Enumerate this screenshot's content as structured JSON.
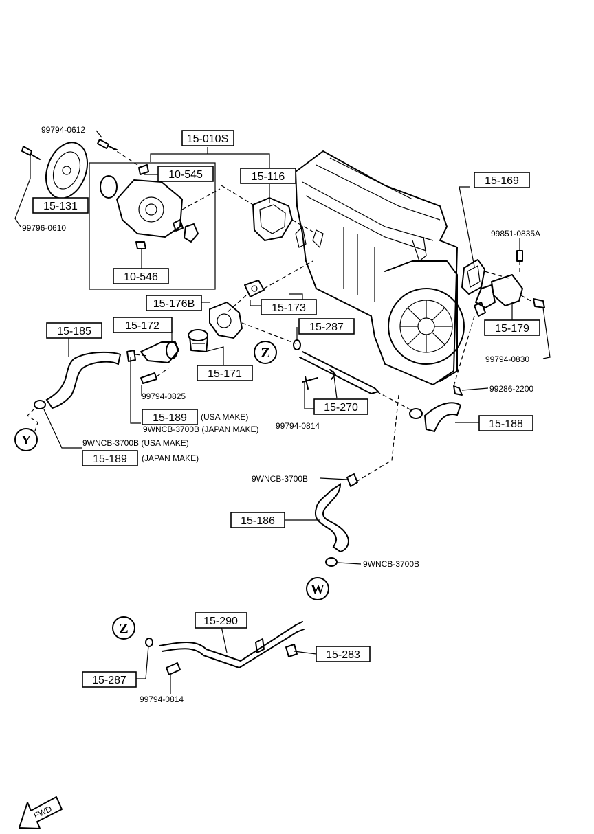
{
  "parts": {
    "p15_010s": "15-010S",
    "p10_545": "10-545",
    "p15_116": "15-116",
    "p15_131": "15-131",
    "p10_546": "10-546",
    "p15_169": "15-169",
    "p15_173": "15-173",
    "p15_176b": "15-176B",
    "p15_287a": "15-287",
    "p15_179": "15-179",
    "p15_185": "15-185",
    "p15_172": "15-172",
    "p15_171": "15-171",
    "p15_270": "15-270",
    "p15_188": "15-188",
    "p15_189a": "15-189",
    "p15_189b": "15-189",
    "p15_186": "15-186",
    "p15_290": "15-290",
    "p15_283": "15-283",
    "p15_287b": "15-287"
  },
  "callouts": {
    "c99794_0612": "99794-0612",
    "c99796_0610": "99796-0610",
    "c99851_0835a": "99851-0835A",
    "c99794_0830": "99794-0830",
    "c99286_2200": "99286-2200",
    "c99794_0825": "99794-0825",
    "c99794_0814a": "99794-0814",
    "c99794_0814b": "99794-0814",
    "usa_make": "(USA MAKE)",
    "japan_make_1": "9WNCB-3700B (JAPAN MAKE)",
    "usa_make_2": "9WNCB-3700B (USA MAKE)",
    "japan_make_2": "(JAPAN MAKE)",
    "c9wncb_a": "9WNCB-3700B",
    "c9wncb_b": "9WNCB-3700B"
  },
  "refs": {
    "z1": "Z",
    "y": "Y",
    "w": "W",
    "z2": "Z"
  },
  "fwd": "FWD"
}
